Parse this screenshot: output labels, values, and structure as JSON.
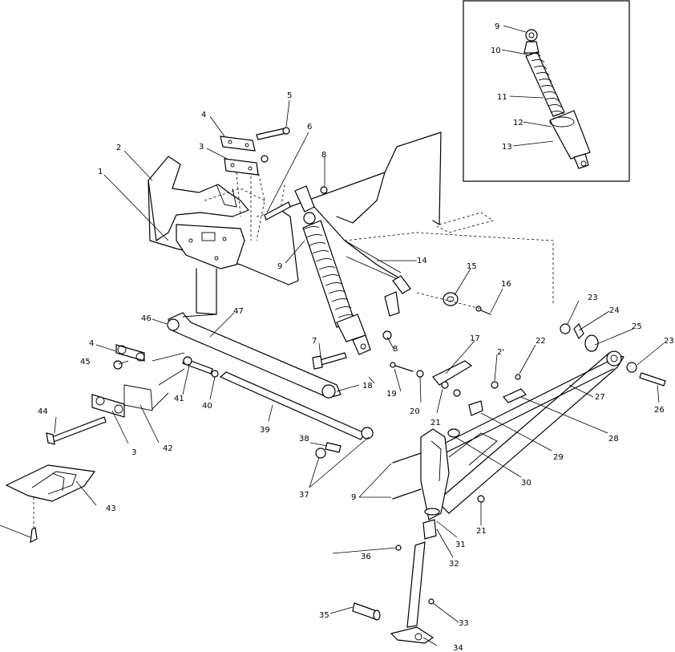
{
  "diagram": {
    "callouts": {
      "c1": "1",
      "c2": "2",
      "c3": "3",
      "c3b": "3",
      "c4": "4",
      "c4b": "4",
      "c5": "5",
      "c6": "6",
      "c7": "7",
      "c8": "8",
      "c8b": "8",
      "c9": "9",
      "c9b": "9",
      "c9c": "9",
      "c10": "10",
      "c11": "11",
      "c12": "12",
      "c13": "13",
      "c14": "14",
      "c15": "15",
      "c16": "16",
      "c17": "17",
      "c18": "18",
      "c19": "19",
      "c20": "20",
      "c21": "21",
      "c21b": "21",
      "c21c": "2'",
      "c22": "22",
      "c23": "23",
      "c23b": "23",
      "c24": "24",
      "c25": "25",
      "c26": "26",
      "c27": "27",
      "c28": "28",
      "c29": "29",
      "c30": "30",
      "c31": "31",
      "c32": "32",
      "c33": "33",
      "c34": "34",
      "c35": "35",
      "c36": "36",
      "c37": "37",
      "c38": "38",
      "c39": "39",
      "c40": "40",
      "c41": "41",
      "c42": "42",
      "c43": "43",
      "c44": "44",
      "c45": "45",
      "c46": "46",
      "c47": "47"
    }
  }
}
